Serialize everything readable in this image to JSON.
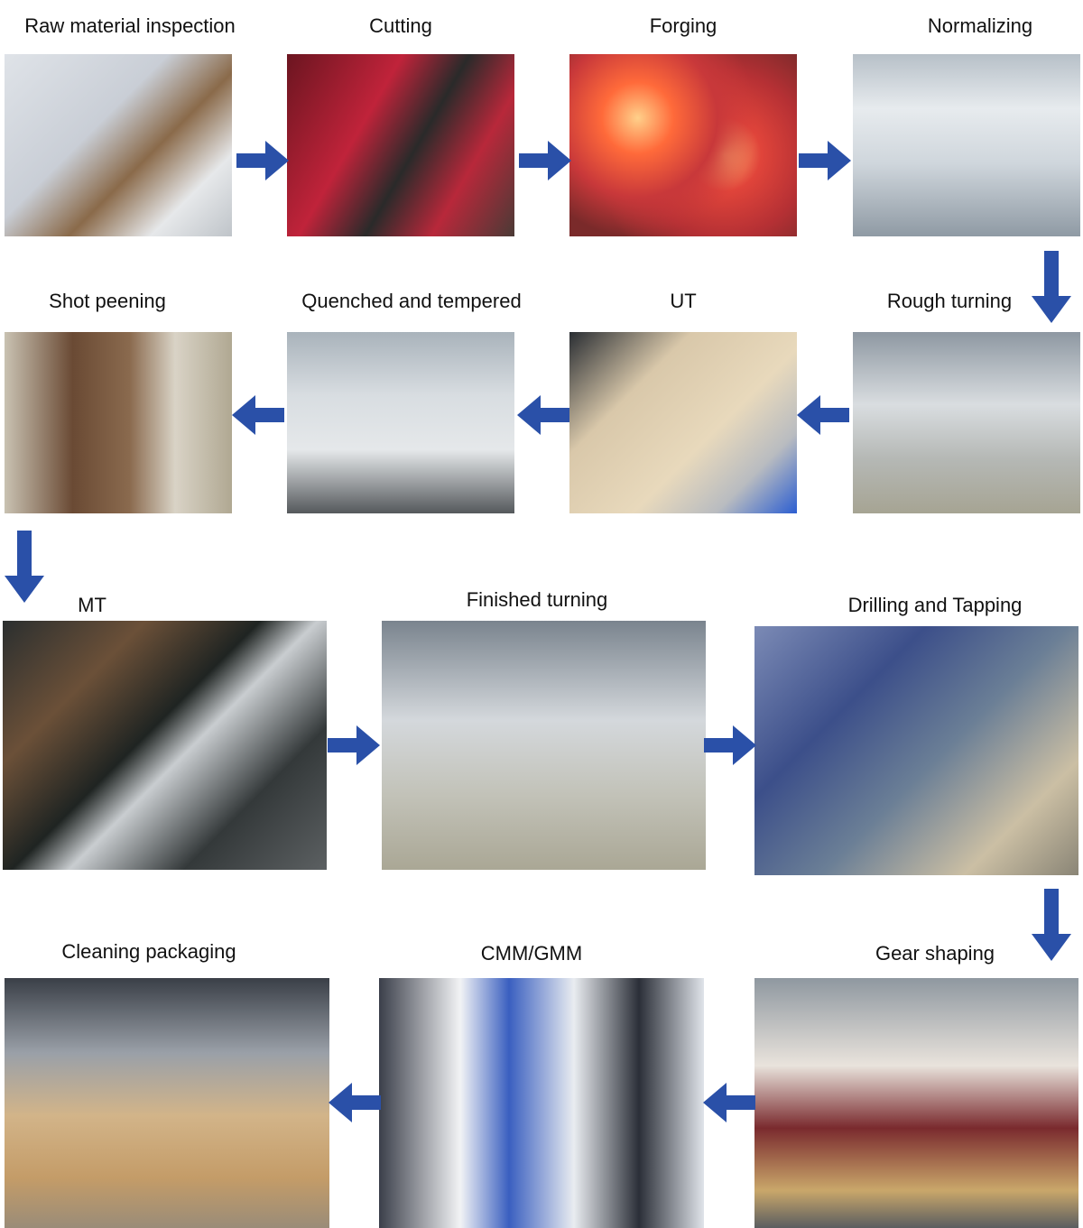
{
  "steps": [
    {
      "label": "Raw material inspection"
    },
    {
      "label": "Cutting"
    },
    {
      "label": "Forging"
    },
    {
      "label": "Normalizing"
    },
    {
      "label": "Rough turning"
    },
    {
      "label": "UT"
    },
    {
      "label": "Quenched and tempered"
    },
    {
      "label": "Shot peening"
    },
    {
      "label": "MT"
    },
    {
      "label": "Finished turning"
    },
    {
      "label": "Drilling and Tapping"
    },
    {
      "label": "Gear shaping"
    },
    {
      "label": "CMM/GMM"
    },
    {
      "label": "Cleaning packaging"
    }
  ],
  "colors": {
    "arrow": "#2a50a8"
  }
}
